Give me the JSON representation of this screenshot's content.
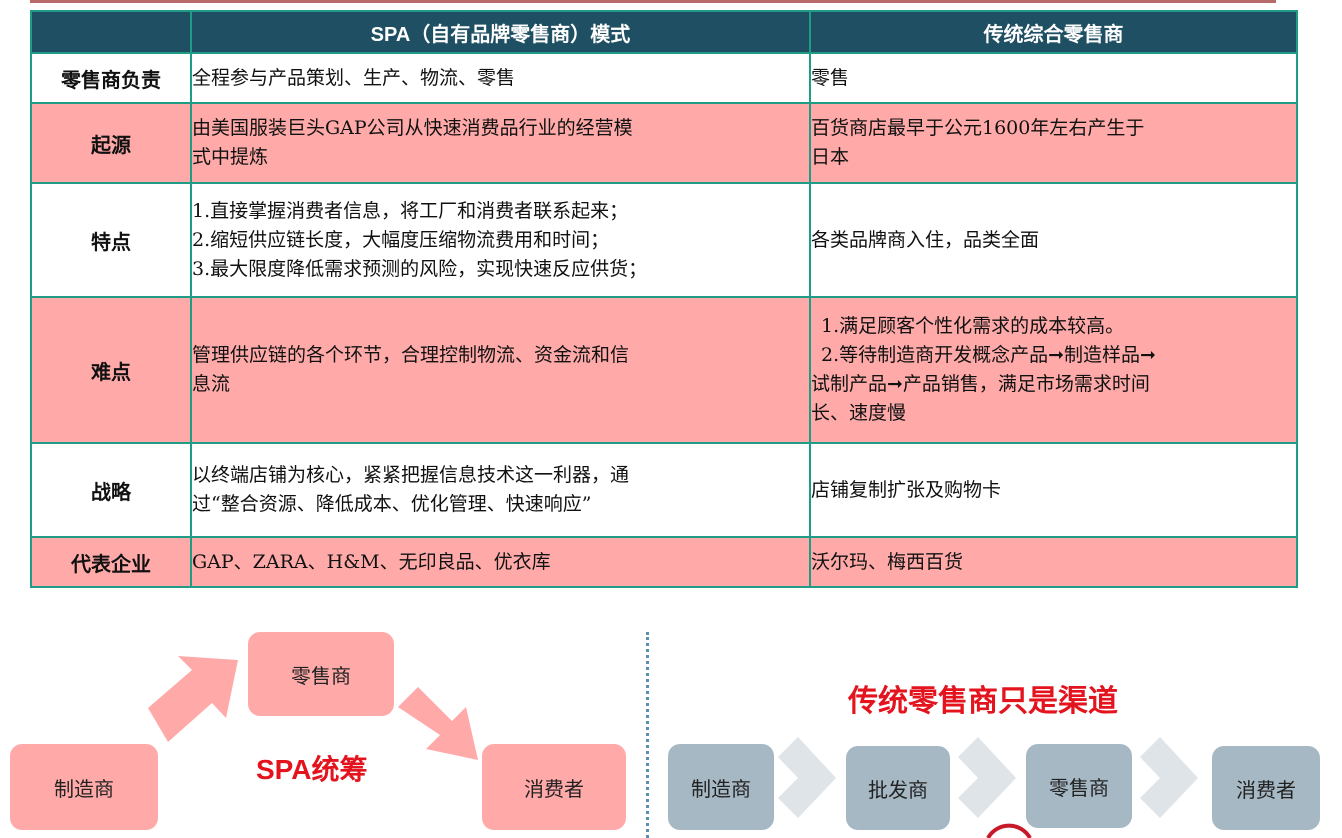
{
  "table": {
    "headers": [
      "",
      "SPA（自有品牌零售商）模式",
      "传统综合零售商"
    ],
    "rows": [
      {
        "label": "零售商负责",
        "spa": [
          "全程参与产品策划、生产、物流、零售"
        ],
        "traditional": [
          "零售"
        ]
      },
      {
        "label": "起源",
        "spa": [
          "由美国服装巨头GAP公司从快速消费品行业的经营模",
          "式中提炼"
        ],
        "traditional": [
          "百货商店最早于公元1600年左右产生于",
          "日本"
        ]
      },
      {
        "label": "特点",
        "spa": [
          "1.直接掌握消费者信息，将工厂和消费者联系起来；",
          "2.缩短供应链长度，大幅度压缩物流费用和时间；",
          "3.最大限度降低需求预测的风险，实现快速反应供货；"
        ],
        "traditional": [
          "各类品牌商入住，品类全面"
        ]
      },
      {
        "label": "难点",
        "spa": [
          "管理供应链的各个环节，合理控制物流、资金流和信",
          "息流"
        ],
        "traditional": [
          "1.满足顾客个性化需求的成本较高。",
          "2.等待制造商开发概念产品➞制造样品➞",
          "试制产品➞产品销售，满足市场需求时间",
          "长、速度慢"
        ]
      },
      {
        "label": "战略",
        "spa": [
          "以终端店铺为核心，紧紧把握信息技术这一利器，通",
          "过“整合资源、降低成本、优化管理、快速响应”"
        ],
        "traditional": [
          "店铺复制扩张及购物卡"
        ]
      },
      {
        "label": "代表企业",
        "spa": [
          "GAP、ZARA、H&M、无印良品、优衣库"
        ],
        "traditional": [
          "沃尔玛、梅西百货"
        ]
      }
    ]
  },
  "spa_diagram": {
    "manufacturer": "制造商",
    "retailer": "零售商",
    "consumer": "消费者",
    "caption": "SPA统筹"
  },
  "traditional_diagram": {
    "title": "传统零售商只是渠道",
    "steps": [
      "制造商",
      "批发商",
      "零售商",
      "消费者"
    ]
  },
  "colors": {
    "header_bg": "#1f4f62",
    "border": "#1f9c86",
    "pink": "#ffaaa9",
    "gray_box": "#a5b8c4",
    "arrow_gray": "#dfe4e8",
    "red_text": "#e3141e"
  }
}
